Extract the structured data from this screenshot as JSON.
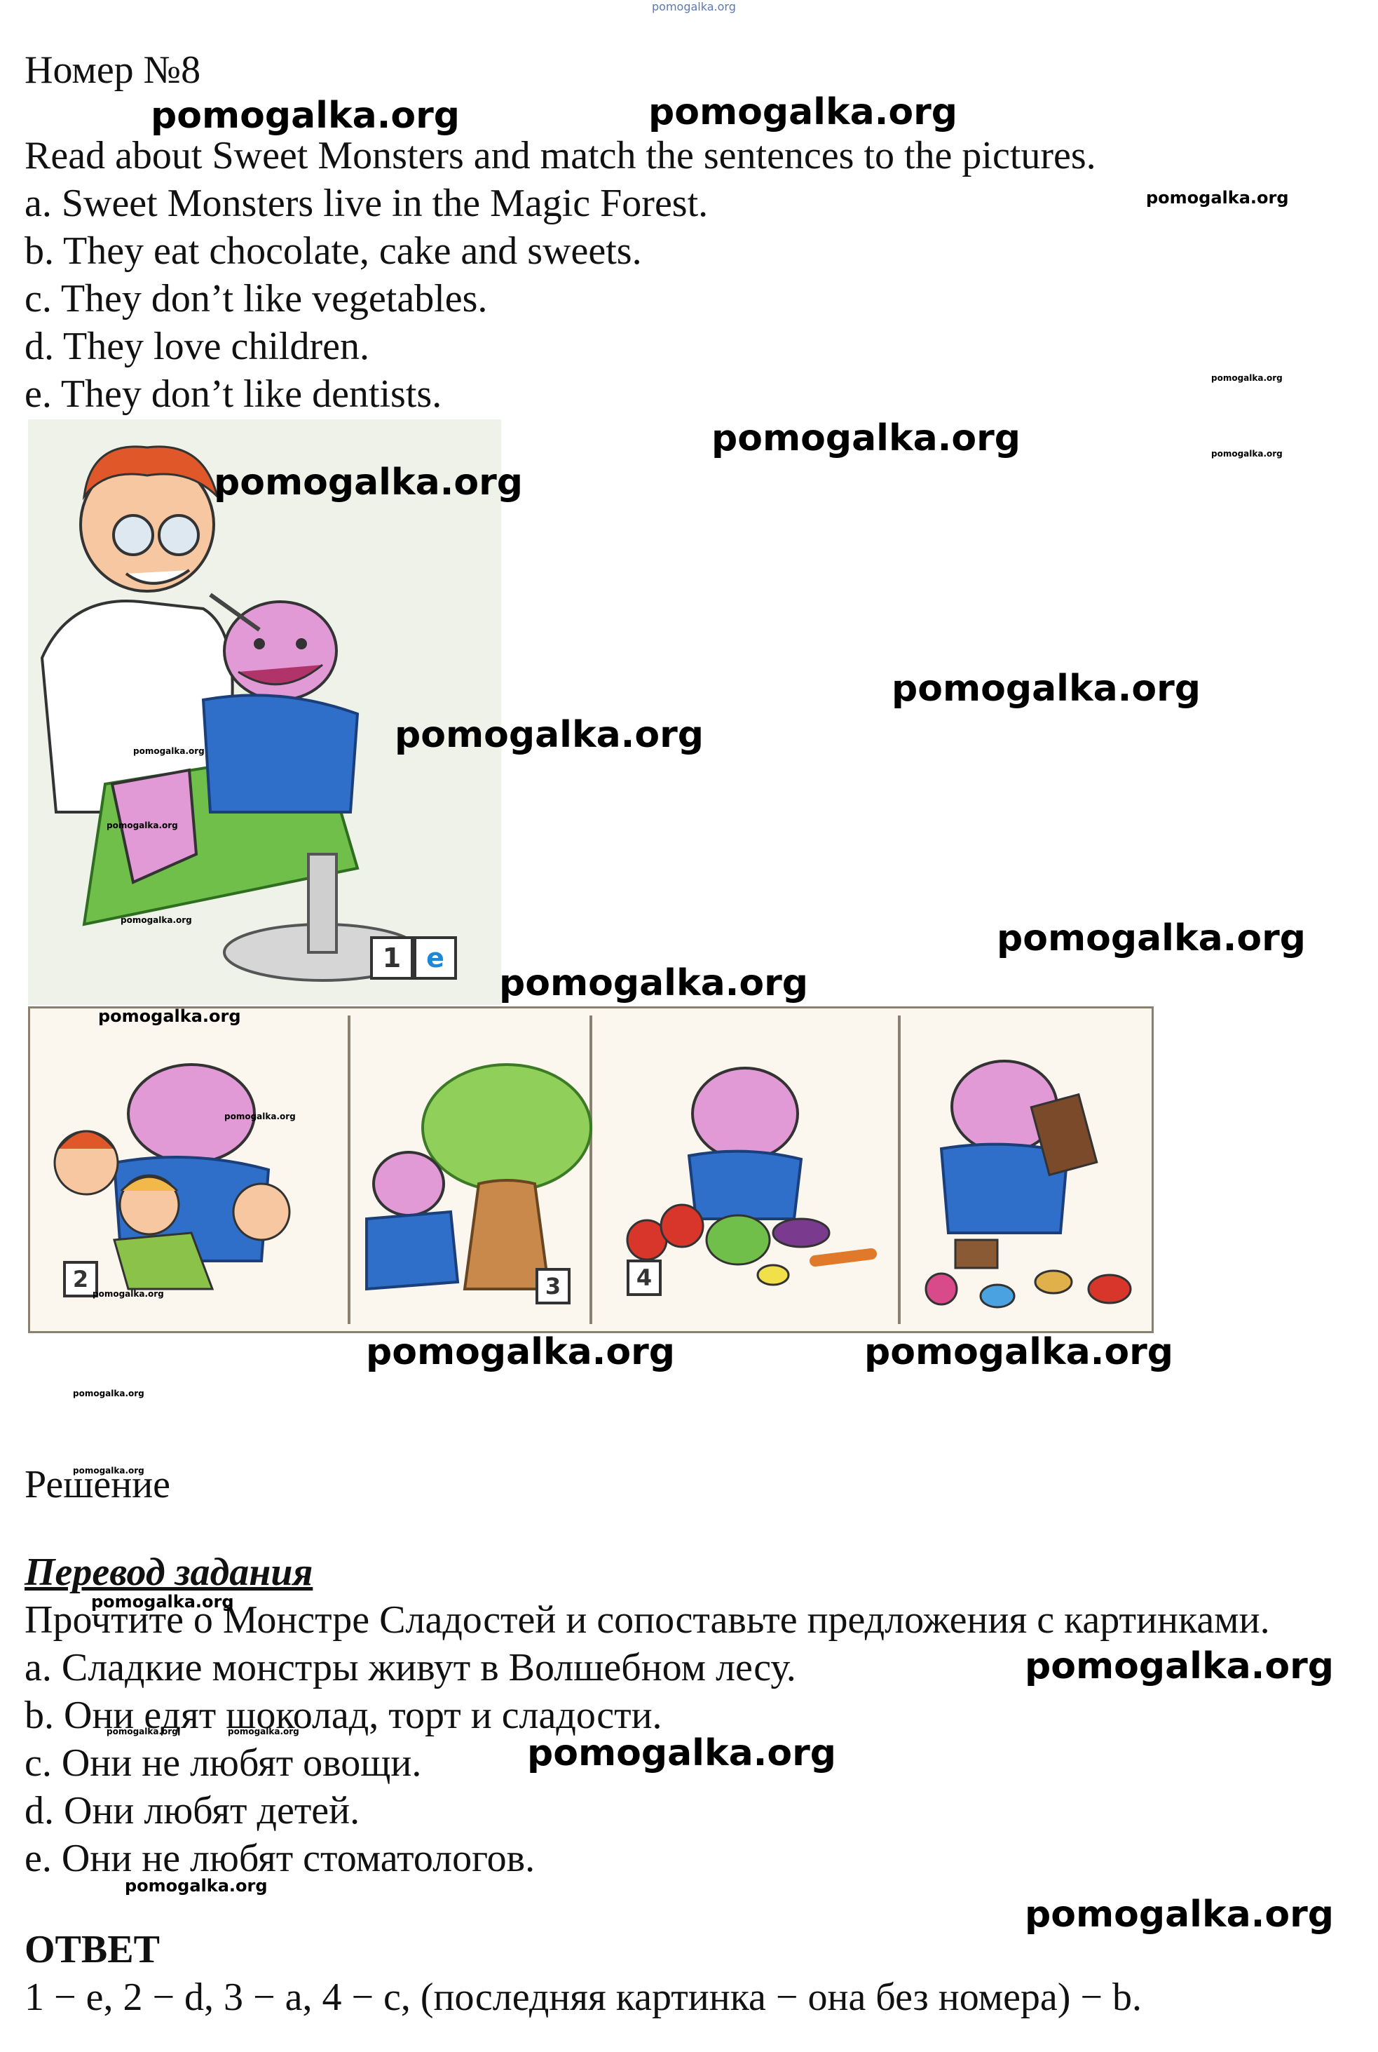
{
  "watermark": "pomogalka.org",
  "task": {
    "number": "Номер №8",
    "instruction": "Read about Sweet Monsters and match the sentences to the pictures.",
    "sentences": [
      "a. Sweet Monsters live in the Magic Forest.",
      "b. They eat chocolate, cake and sweets.",
      "c. They don’t like vegetables.",
      "d. They love children.",
      "e. They don’t like dentists."
    ]
  },
  "pictures": {
    "p1": {
      "number": "1",
      "answer": "e"
    },
    "p2": {
      "number": "2"
    },
    "p3": {
      "number": "3"
    },
    "p4": {
      "number": "4"
    }
  },
  "solution": {
    "heading": "Решение",
    "translation_heading": "Перевод задания",
    "instruction": "Прочтите о Монстре Сладостей и сопоставьте предложения с картинками.",
    "sentences": [
      "a. Сладкие монстры живут в Волшебном лесу.",
      "b. Они едят шоколад, торт и сладости.",
      "c. Они не любят овощи.",
      "d. Они любят детей.",
      "e. Они не любят стоматологов."
    ],
    "answer_heading": "ОТВЕТ",
    "answer": "1 − e, 2 − d, 3 − a, 4 − c, (последняя картинка − она без номера) − b."
  }
}
